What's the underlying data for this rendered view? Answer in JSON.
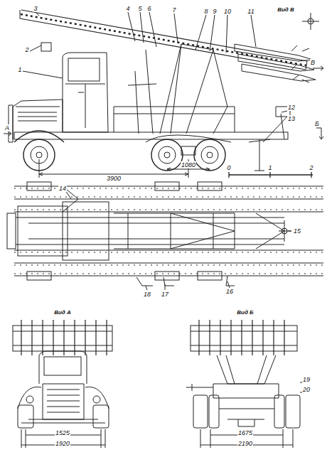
{
  "diagram": {
    "labels": [
      "Вид В",
      "3",
      "4",
      "5",
      "6",
      "7",
      "8",
      "9",
      "10",
      "11",
      "2",
      "1",
      "В",
      "А",
      "12",
      "13",
      "Б",
      "3900",
      "1080",
      "0",
      "1",
      "2",
      "14",
      "15",
      "18",
      "17",
      "16",
      "Вид А",
      "Вид Б",
      "19",
      "20",
      "1525",
      "1920",
      "1675",
      "2190"
    ]
  }
}
